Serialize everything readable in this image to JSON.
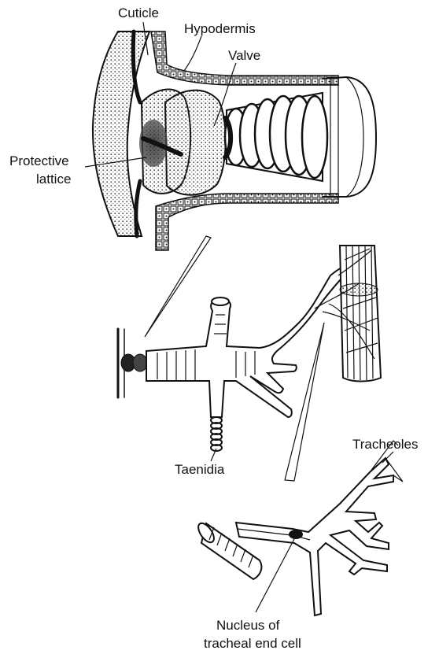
{
  "labels": {
    "cuticle": "Cuticle",
    "hypodermis": "Hypodermis",
    "valve": "Valve",
    "protective_lattice_line1": "Protective",
    "protective_lattice_line2": "lattice",
    "taenidia": "Taenidia",
    "tracheoles": "Tracheoles",
    "nucleus_line1": "Nucleus of",
    "nucleus_line2": "tracheal end cell"
  },
  "colors": {
    "ink": "#111111",
    "background": "#ffffff",
    "stipple": "#555555"
  }
}
